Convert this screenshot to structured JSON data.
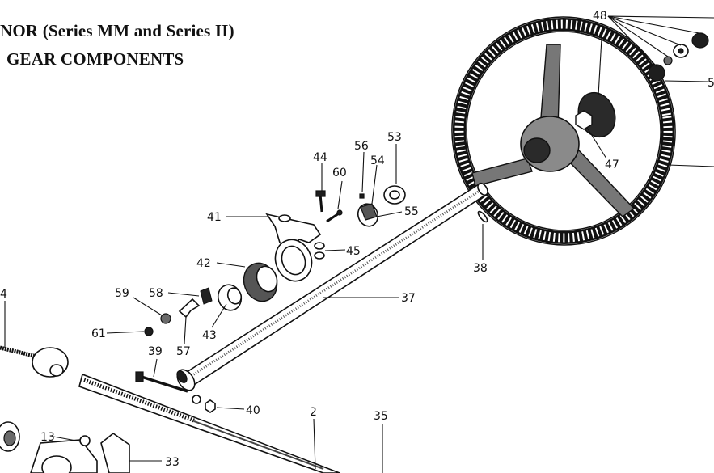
{
  "title": {
    "line1": "NOR (Series MM and Series II)",
    "line2": "GEAR COMPONENTS"
  },
  "callouts": {
    "c2": "2",
    "c4": "4",
    "c13": "13",
    "c33": "33",
    "c35": "35",
    "c37": "37",
    "c38": "38",
    "c39": "39",
    "c40": "40",
    "c41": "41",
    "c42": "42",
    "c43": "43",
    "c44": "44",
    "c45": "45",
    "c47": "47",
    "c48": "48",
    "c5x": "5",
    "c53": "53",
    "c54": "54",
    "c55": "55",
    "c56": "56",
    "c57": "57",
    "c58": "58",
    "c59": "59",
    "c60": "60",
    "c61": "61"
  }
}
